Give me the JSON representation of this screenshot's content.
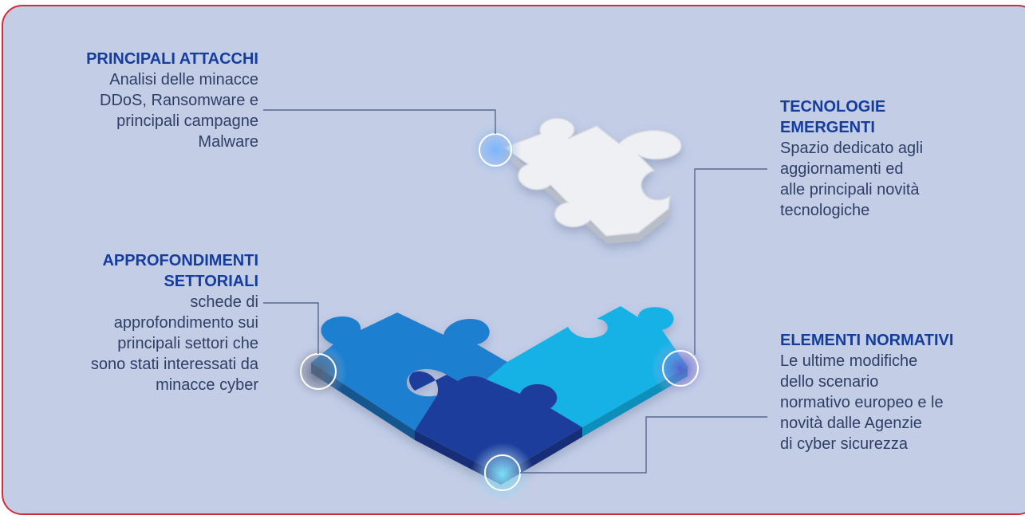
{
  "sections": {
    "attacchi": {
      "title": "PRINCIPALI ATTACCHI",
      "body": "Analisi delle minacce\nDDoS, Ransomware e\nprincipali campagne\nMalware"
    },
    "tecnologie": {
      "title": "TECNOLOGIE\nEMERGENTI",
      "body": "Spazio dedicato agli\naggiornamenti ed\nalle principali novità\ntecnologiche"
    },
    "approfondimenti": {
      "title": "APPROFONDIMENTI\nSETTORIALI",
      "body": "schede di\napprofondimento sui\nprincipali settori che\nsono stati interessati da\nminacce cyber"
    },
    "normativi": {
      "title": "ELEMENTI NORMATIVI",
      "body": "Le ultime modifiche\ndello scenario\nnormativo europeo e le\nnovità dalle Agenzie\ndi cyber sicurezza"
    }
  },
  "colors": {
    "background": "#c3cde6",
    "border": "#cf2d3c",
    "title": "#143d9e",
    "text": "#2f3e66",
    "piece_white": "#f1f2f5",
    "piece_blue": "#1f7fd0",
    "piece_navy": "#1f3e9c",
    "piece_cyan": "#12b2e6"
  }
}
